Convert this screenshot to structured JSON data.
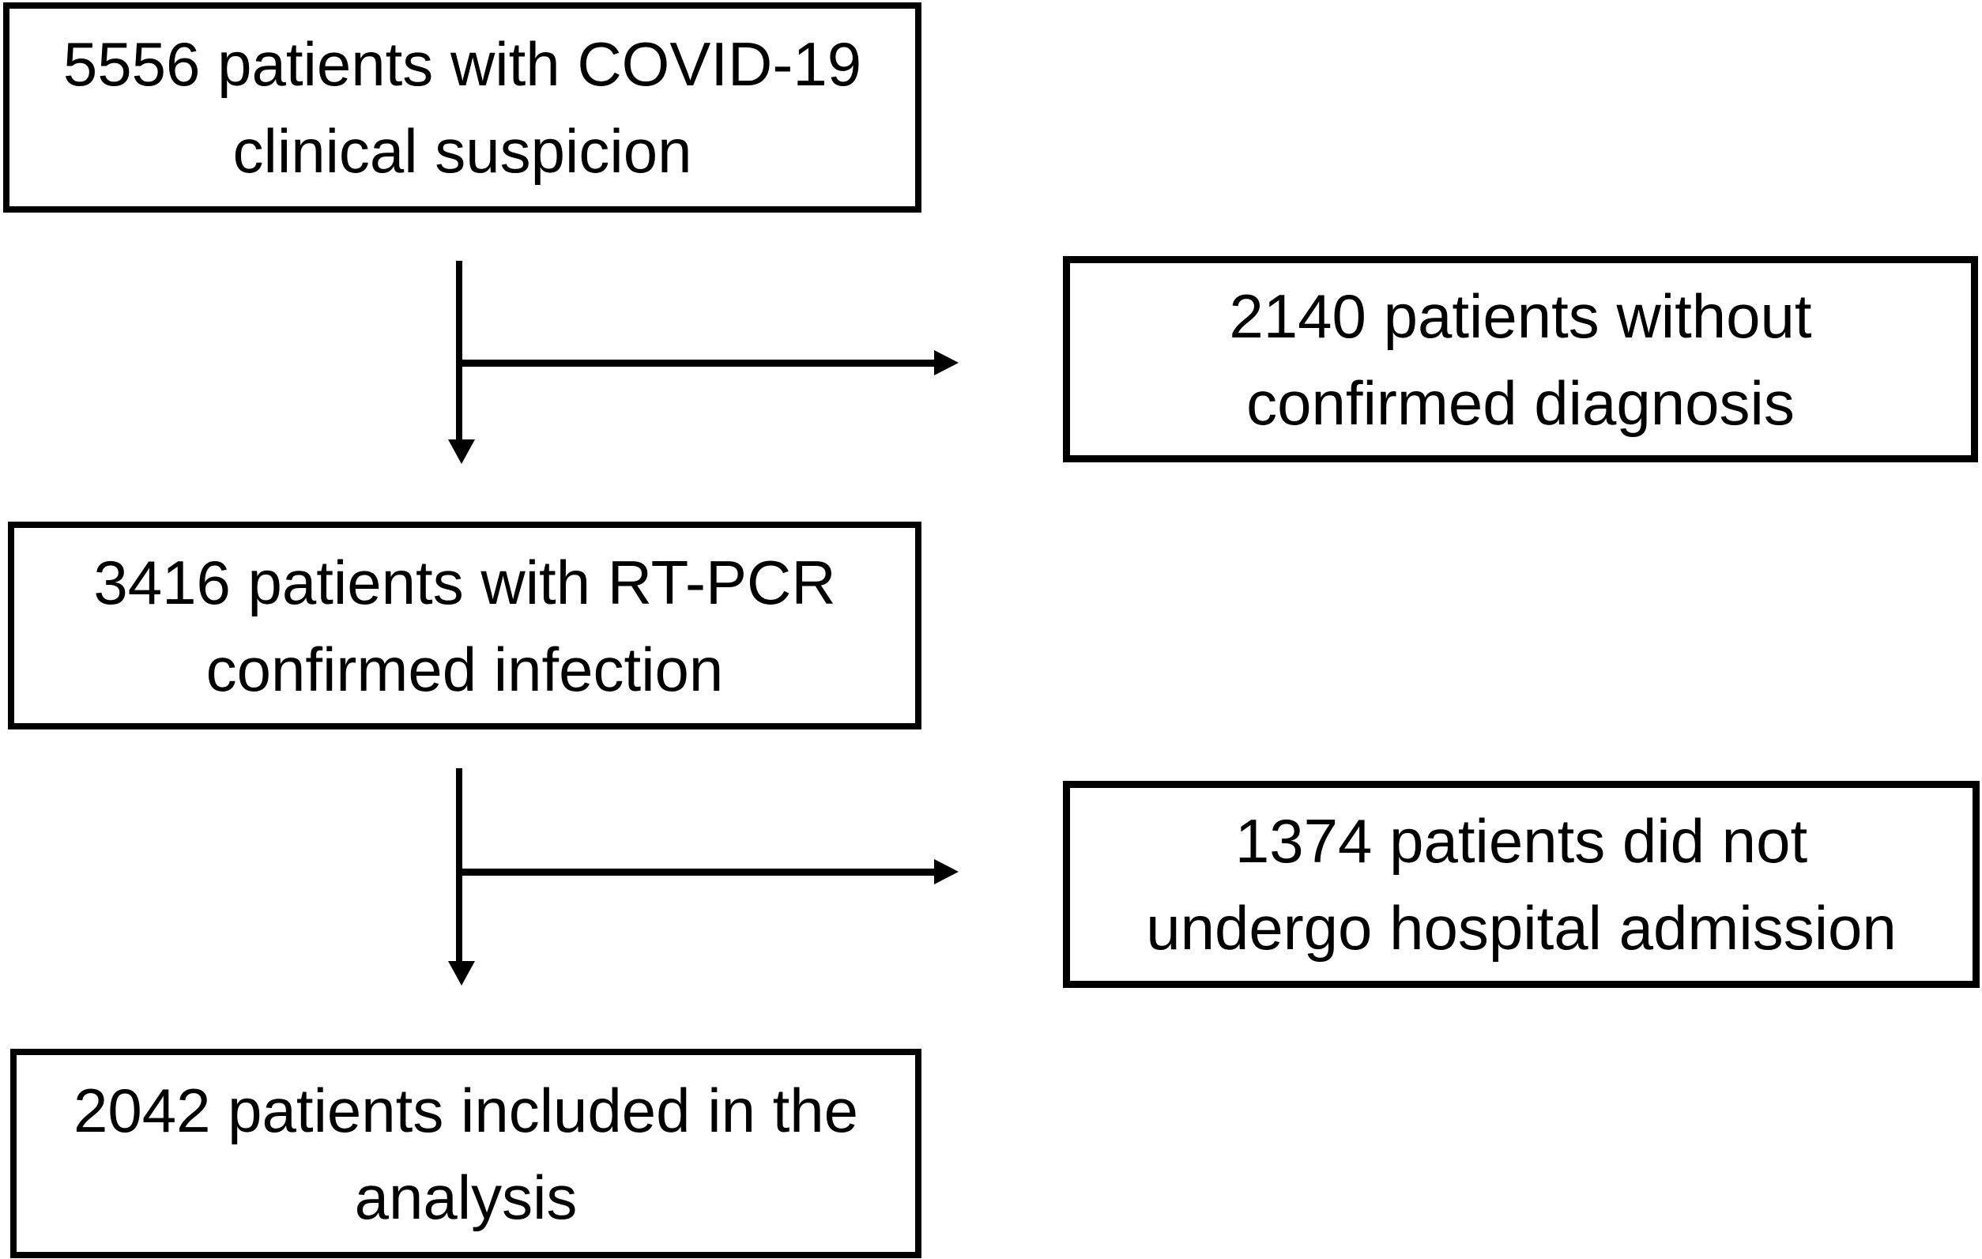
{
  "figure": {
    "type": "patient-flow-diagram",
    "background_color": "#ffffff",
    "stroke_color": "#000000",
    "text_color": "#000000",
    "boxes": {
      "suspicion": {
        "line1": "5556 patients with COVID-19",
        "line2": "clinical suspicion"
      },
      "without_diagnosis": {
        "line1": "2140 patients without",
        "line2": "confirmed diagnosis"
      },
      "confirmed": {
        "line1": "3416 patients with RT-PCR",
        "line2": "confirmed infection"
      },
      "no_admission": {
        "line1": "1374 patients did not",
        "line2": "undergo hospital admission"
      },
      "included": {
        "line1": "2042 patients included in the",
        "line2": "analysis"
      }
    },
    "counts": {
      "clinical_suspicion": 5556,
      "without_confirmed_diagnosis": 2140,
      "rtpcr_confirmed": 3416,
      "no_hospital_admission": 1374,
      "included_in_analysis": 2042
    },
    "arrows": [
      {
        "direction": "down",
        "from": "suspicion",
        "to": "confirmed"
      },
      {
        "direction": "right",
        "from": "suspicion",
        "to": "without_diagnosis"
      },
      {
        "direction": "down",
        "from": "confirmed",
        "to": "included"
      },
      {
        "direction": "right",
        "from": "confirmed",
        "to": "no_admission"
      }
    ]
  }
}
